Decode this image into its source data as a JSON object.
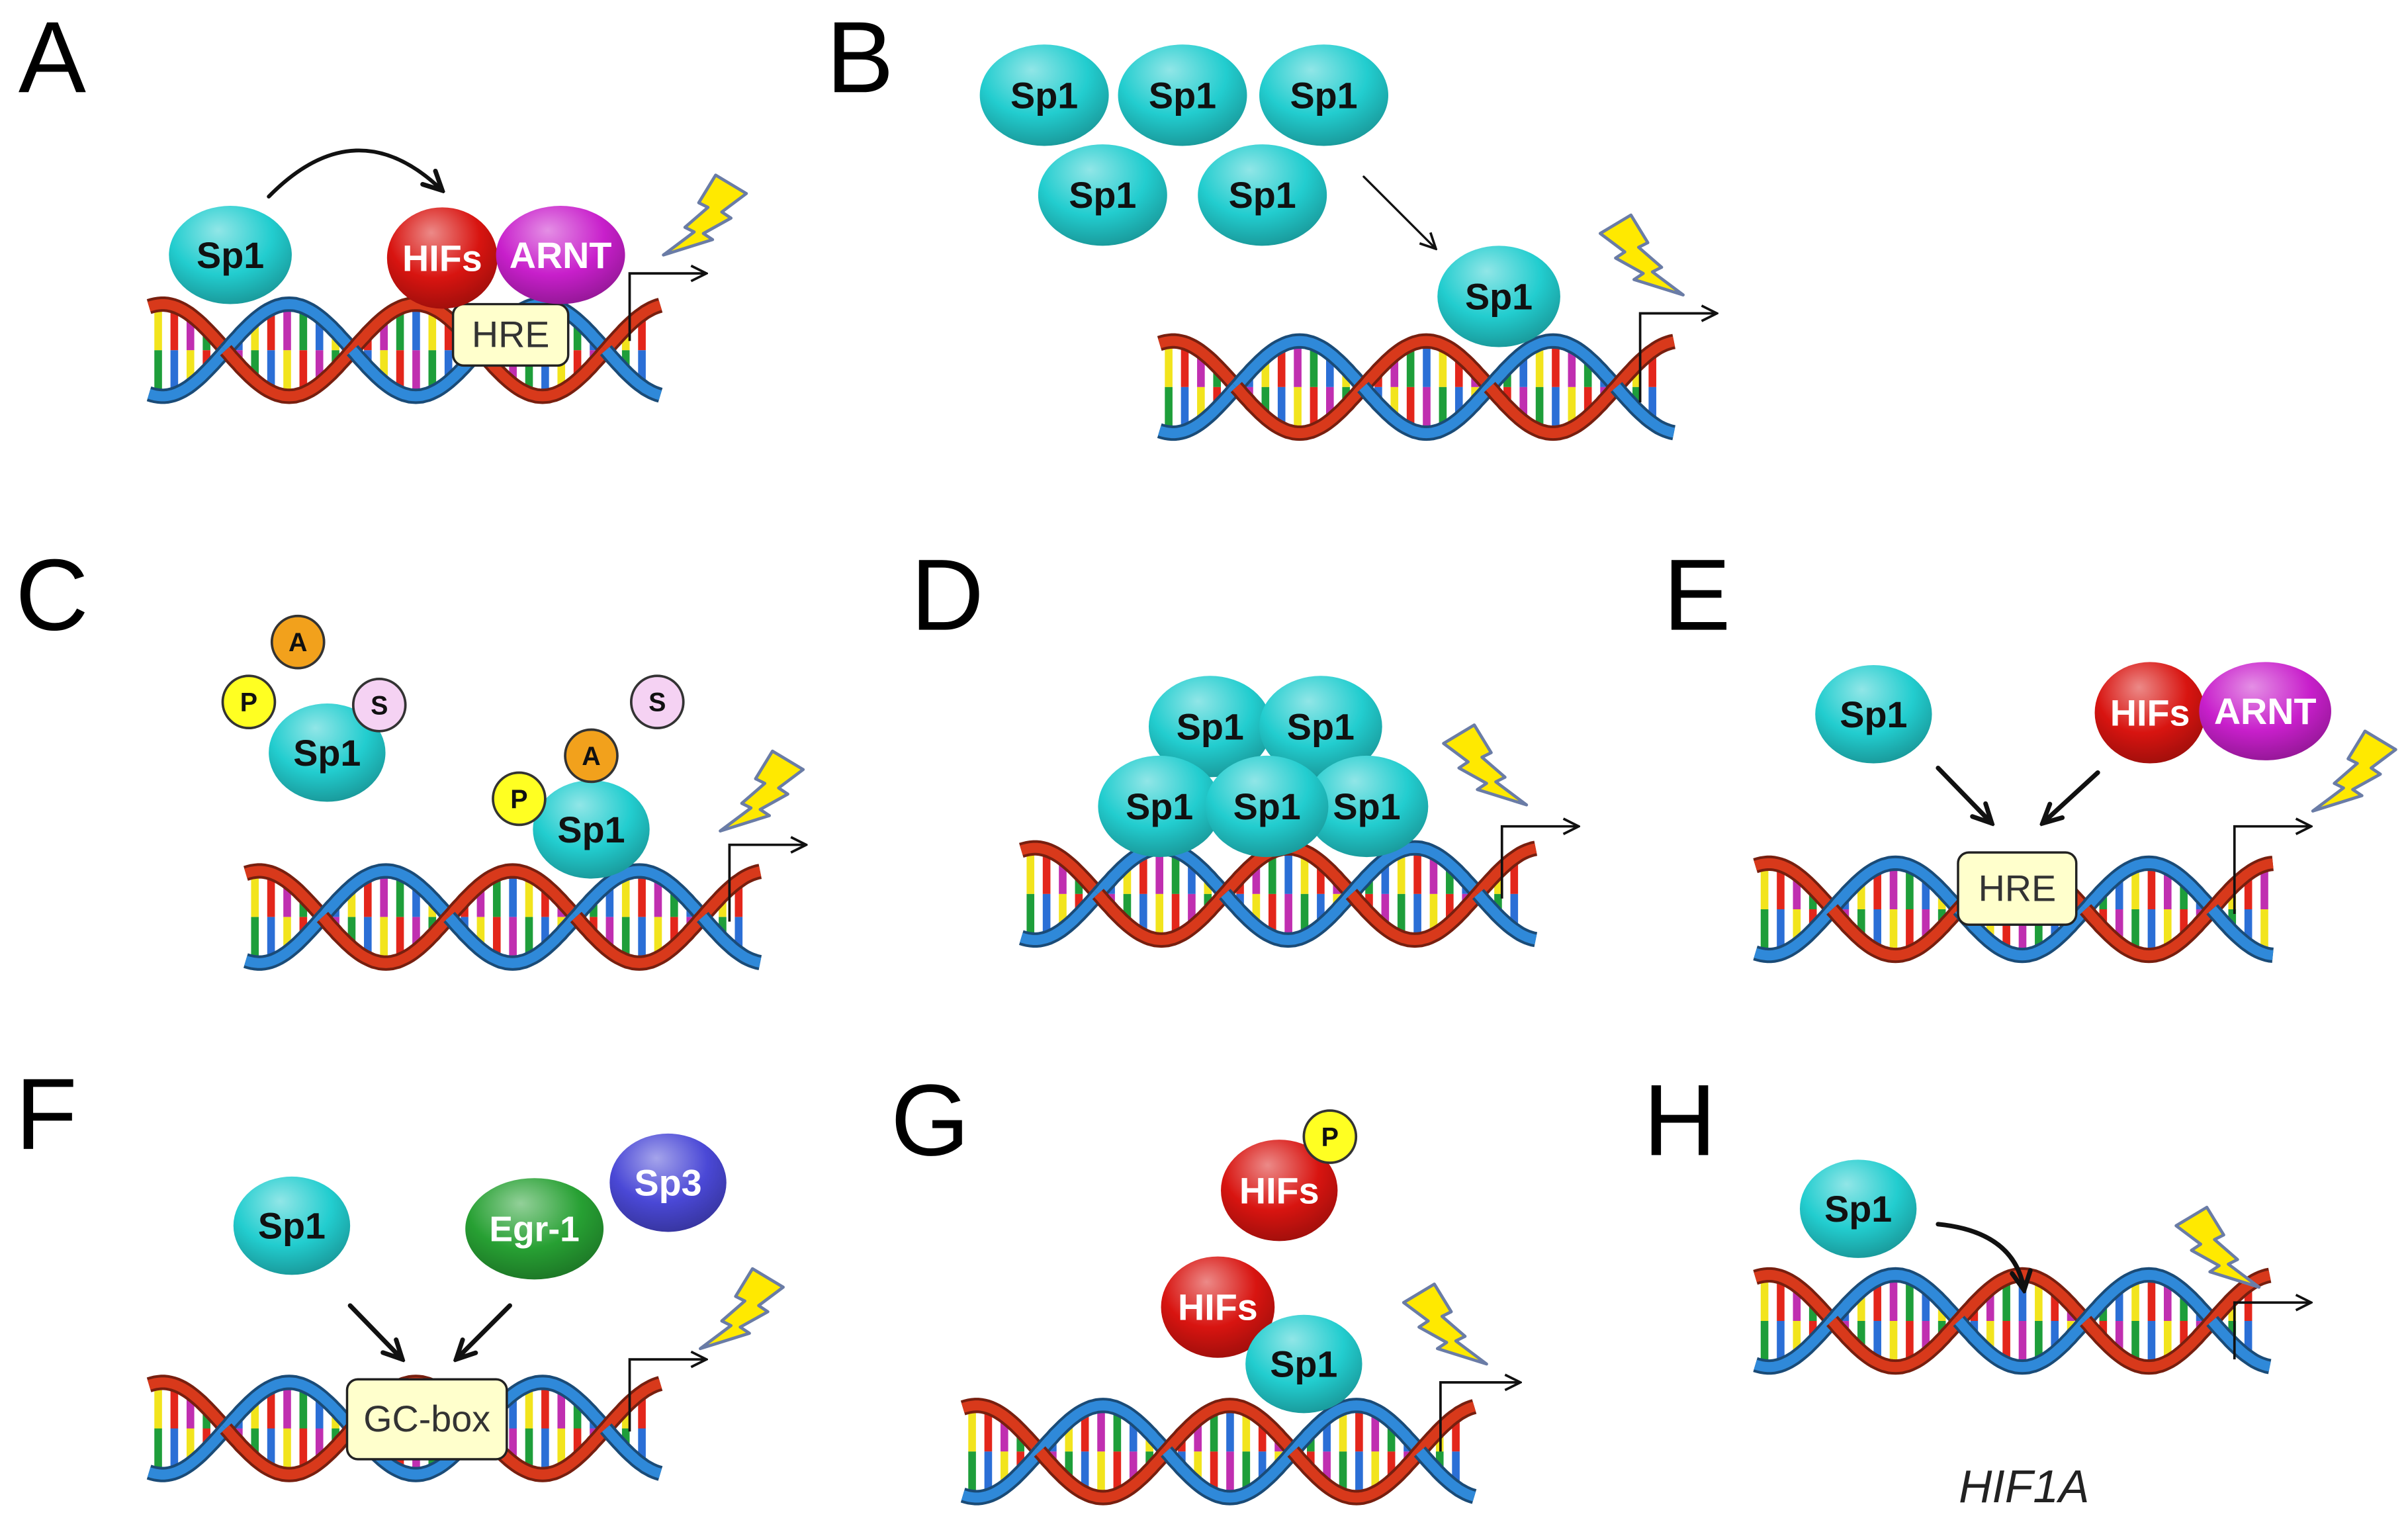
{
  "figure": {
    "panels": [
      {
        "label": "A",
        "sp1": "Sp1",
        "hifs": "HIFs",
        "arnt": "ARNT",
        "hre": "HRE"
      },
      {
        "label": "B",
        "sp1_free": [
          "Sp1",
          "Sp1",
          "Sp1",
          "Sp1",
          "Sp1"
        ],
        "sp1_bound": "Sp1"
      },
      {
        "label": "C",
        "free": {
          "sp1": "Sp1",
          "p": "P",
          "a": "A",
          "s": "S"
        },
        "bound": {
          "sp1": "Sp1",
          "p": "P",
          "a": "A",
          "s": "S"
        }
      },
      {
        "label": "D",
        "sp1_cluster": [
          "Sp1",
          "Sp1",
          "Sp1",
          "Sp1",
          "Sp1"
        ]
      },
      {
        "label": "E",
        "sp1": "Sp1",
        "hifs": "HIFs",
        "arnt": "ARNT",
        "hre": "HRE"
      },
      {
        "label": "F",
        "sp1": "Sp1",
        "egr1": "Egr-1",
        "sp3": "Sp3",
        "gc_box": "GC-box"
      },
      {
        "label": "G",
        "hifs_phosphorylated": "HIFs",
        "p": "P",
        "hifs": "HIFs",
        "sp1": "Sp1"
      },
      {
        "label": "H",
        "sp1": "Sp1",
        "gene": "HIF1A"
      }
    ]
  },
  "icons": {
    "activation": "lightning-bolt-icon",
    "transcription_start": "promoter-arrow-icon",
    "binding": "arrow-icon"
  },
  "colors": {
    "sp1": "#22CDCF",
    "hifs": "#D81410",
    "arnt": "#C81FCB",
    "egr1": "#27A033",
    "sp3": "#4A48D6",
    "phosphorylation": "#FFFF22",
    "acetylation": "#F2A11C",
    "sumoylation": "#F5D2F3",
    "element_box": "#FFFFCC",
    "lightning": "#FFE900",
    "dna_strand_1": "#D8391B",
    "dna_strand_2": "#2F89D9",
    "base_pairs": [
      [
        "#F2E41D",
        "#1E9E3A"
      ],
      [
        "#E3261B",
        "#2B6FD6"
      ],
      [
        "#C02FB0",
        "#F2E41D"
      ],
      [
        "#1E9E3A",
        "#E3261B"
      ],
      [
        "#2B6FD6",
        "#C02FB0"
      ]
    ]
  }
}
